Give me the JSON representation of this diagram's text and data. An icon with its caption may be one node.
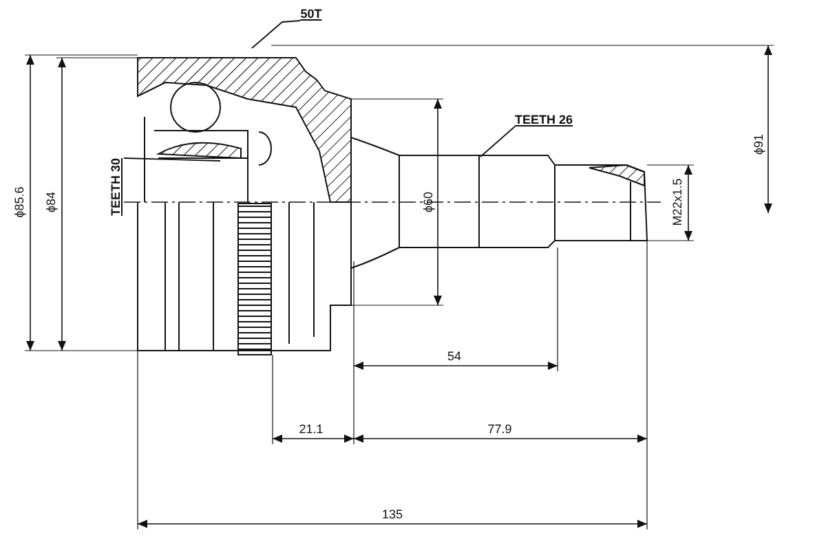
{
  "diagram": {
    "nodes": [
      {
        "text": [
          "50T"
        ]
      },
      {
        "text": [
          "TEETH 26"
        ]
      },
      {
        "text": [
          "TEETH 30"
        ]
      }
    ],
    "edges": [
      {
        "from": 0,
        "to": null,
        "arrow": "none"
      },
      {
        "from": 1,
        "to": null,
        "arrow": "none"
      },
      {
        "from": 2,
        "to": null,
        "arrow": "none"
      }
    ],
    "labels": [
      "ϕ85.6",
      "ϕ84",
      "ϕ60",
      "ϕ91",
      "M22x1.5",
      "54",
      "21.1",
      "77.9",
      "135"
    ]
  }
}
